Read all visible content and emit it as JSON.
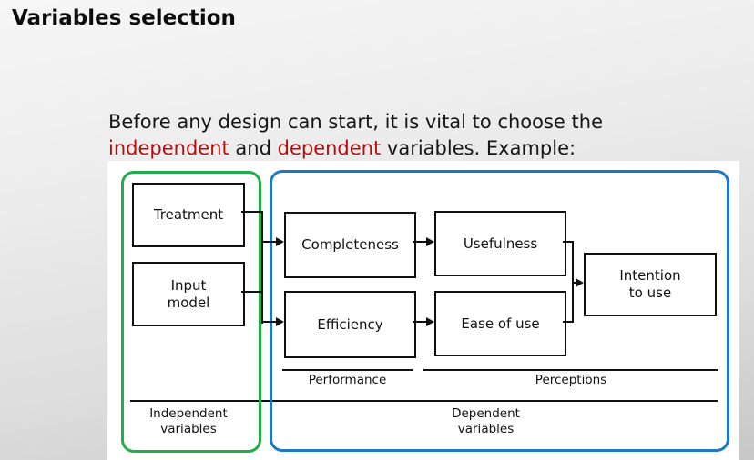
{
  "slide": {
    "title": "Variables selection",
    "intro": {
      "line1": "Before any design can start, it is vital to choose the",
      "red1": "independent",
      "mid": " and ",
      "red2": "dependent",
      "tail": " variables. Example:"
    }
  },
  "diagram": {
    "independent_group": {
      "label_line1": "Independent",
      "label_line2": "variables",
      "treatment": "Treatment",
      "input_model_line1": "Input",
      "input_model_line2": "model"
    },
    "dependent_group": {
      "label_line1": "Dependent",
      "label_line2": "variables",
      "performance_label": "Performance",
      "perceptions_label": "Perceptions",
      "completeness": "Completeness",
      "efficiency": "Efficiency",
      "usefulness": "Usefulness",
      "ease_of_use": "Ease of use",
      "intention_line1": "Intention",
      "intention_line2": "to use"
    },
    "colors": {
      "independent_border": "#22ad4b",
      "dependent_border": "#1e78c8",
      "box_border": "#111111",
      "accent_red": "#b50d0d",
      "panel_background": "#ffffff"
    }
  }
}
